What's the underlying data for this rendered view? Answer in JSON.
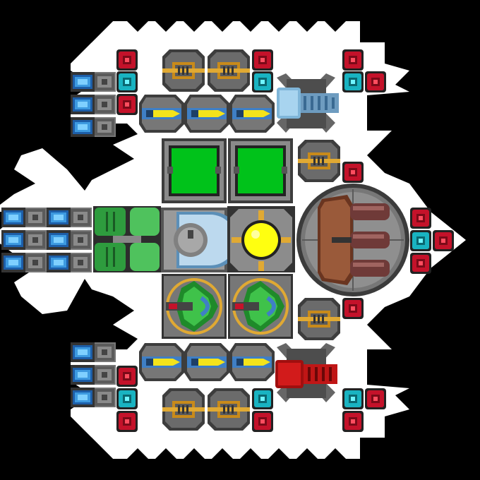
{
  "scene": {
    "name": "ship-builder-grid",
    "background": "#000000",
    "hull_color": "#ffffff"
  },
  "palette": {
    "thruster_blue": "#2a78c8",
    "thruster_housing": "#6d6d6d",
    "node_red": "#c4122a",
    "node_cyan": "#19b3c1",
    "gun_gold": "#c88a1a",
    "gun_gray": "#5b5b5b",
    "missile_yellow": "#f4e31b",
    "missile_blue": "#3f7fc5",
    "panel_green": "#00c21a",
    "reactor_yellow": "#ffff10",
    "cannon_brown": "#8b4f30",
    "cockpit_blue": "#6ea9d3",
    "green_engine": "#2e9c3e",
    "red_engine": "#d21b1b",
    "lightblue_engine": "#7fb5d8"
  },
  "modules": [
    {
      "name": "thruster",
      "icon": "thruster-icon"
    },
    {
      "name": "red-node",
      "icon": "red-node-icon"
    },
    {
      "name": "cyan-node",
      "icon": "cyan-node-icon"
    },
    {
      "name": "gold-gun",
      "icon": "gold-gun-icon"
    },
    {
      "name": "missile-pod",
      "icon": "missile-icon"
    },
    {
      "name": "green-panel",
      "icon": "solar-panel-icon"
    },
    {
      "name": "reactor-core",
      "icon": "reactor-icon"
    },
    {
      "name": "cockpit",
      "icon": "cockpit-icon"
    },
    {
      "name": "main-cannon",
      "icon": "cannon-icon"
    },
    {
      "name": "green-engine",
      "icon": "green-engine-icon"
    },
    {
      "name": "fighter-bay",
      "icon": "fighter-icon"
    },
    {
      "name": "red-drive",
      "icon": "red-drive-icon"
    },
    {
      "name": "blue-drive",
      "icon": "blue-drive-icon"
    }
  ]
}
